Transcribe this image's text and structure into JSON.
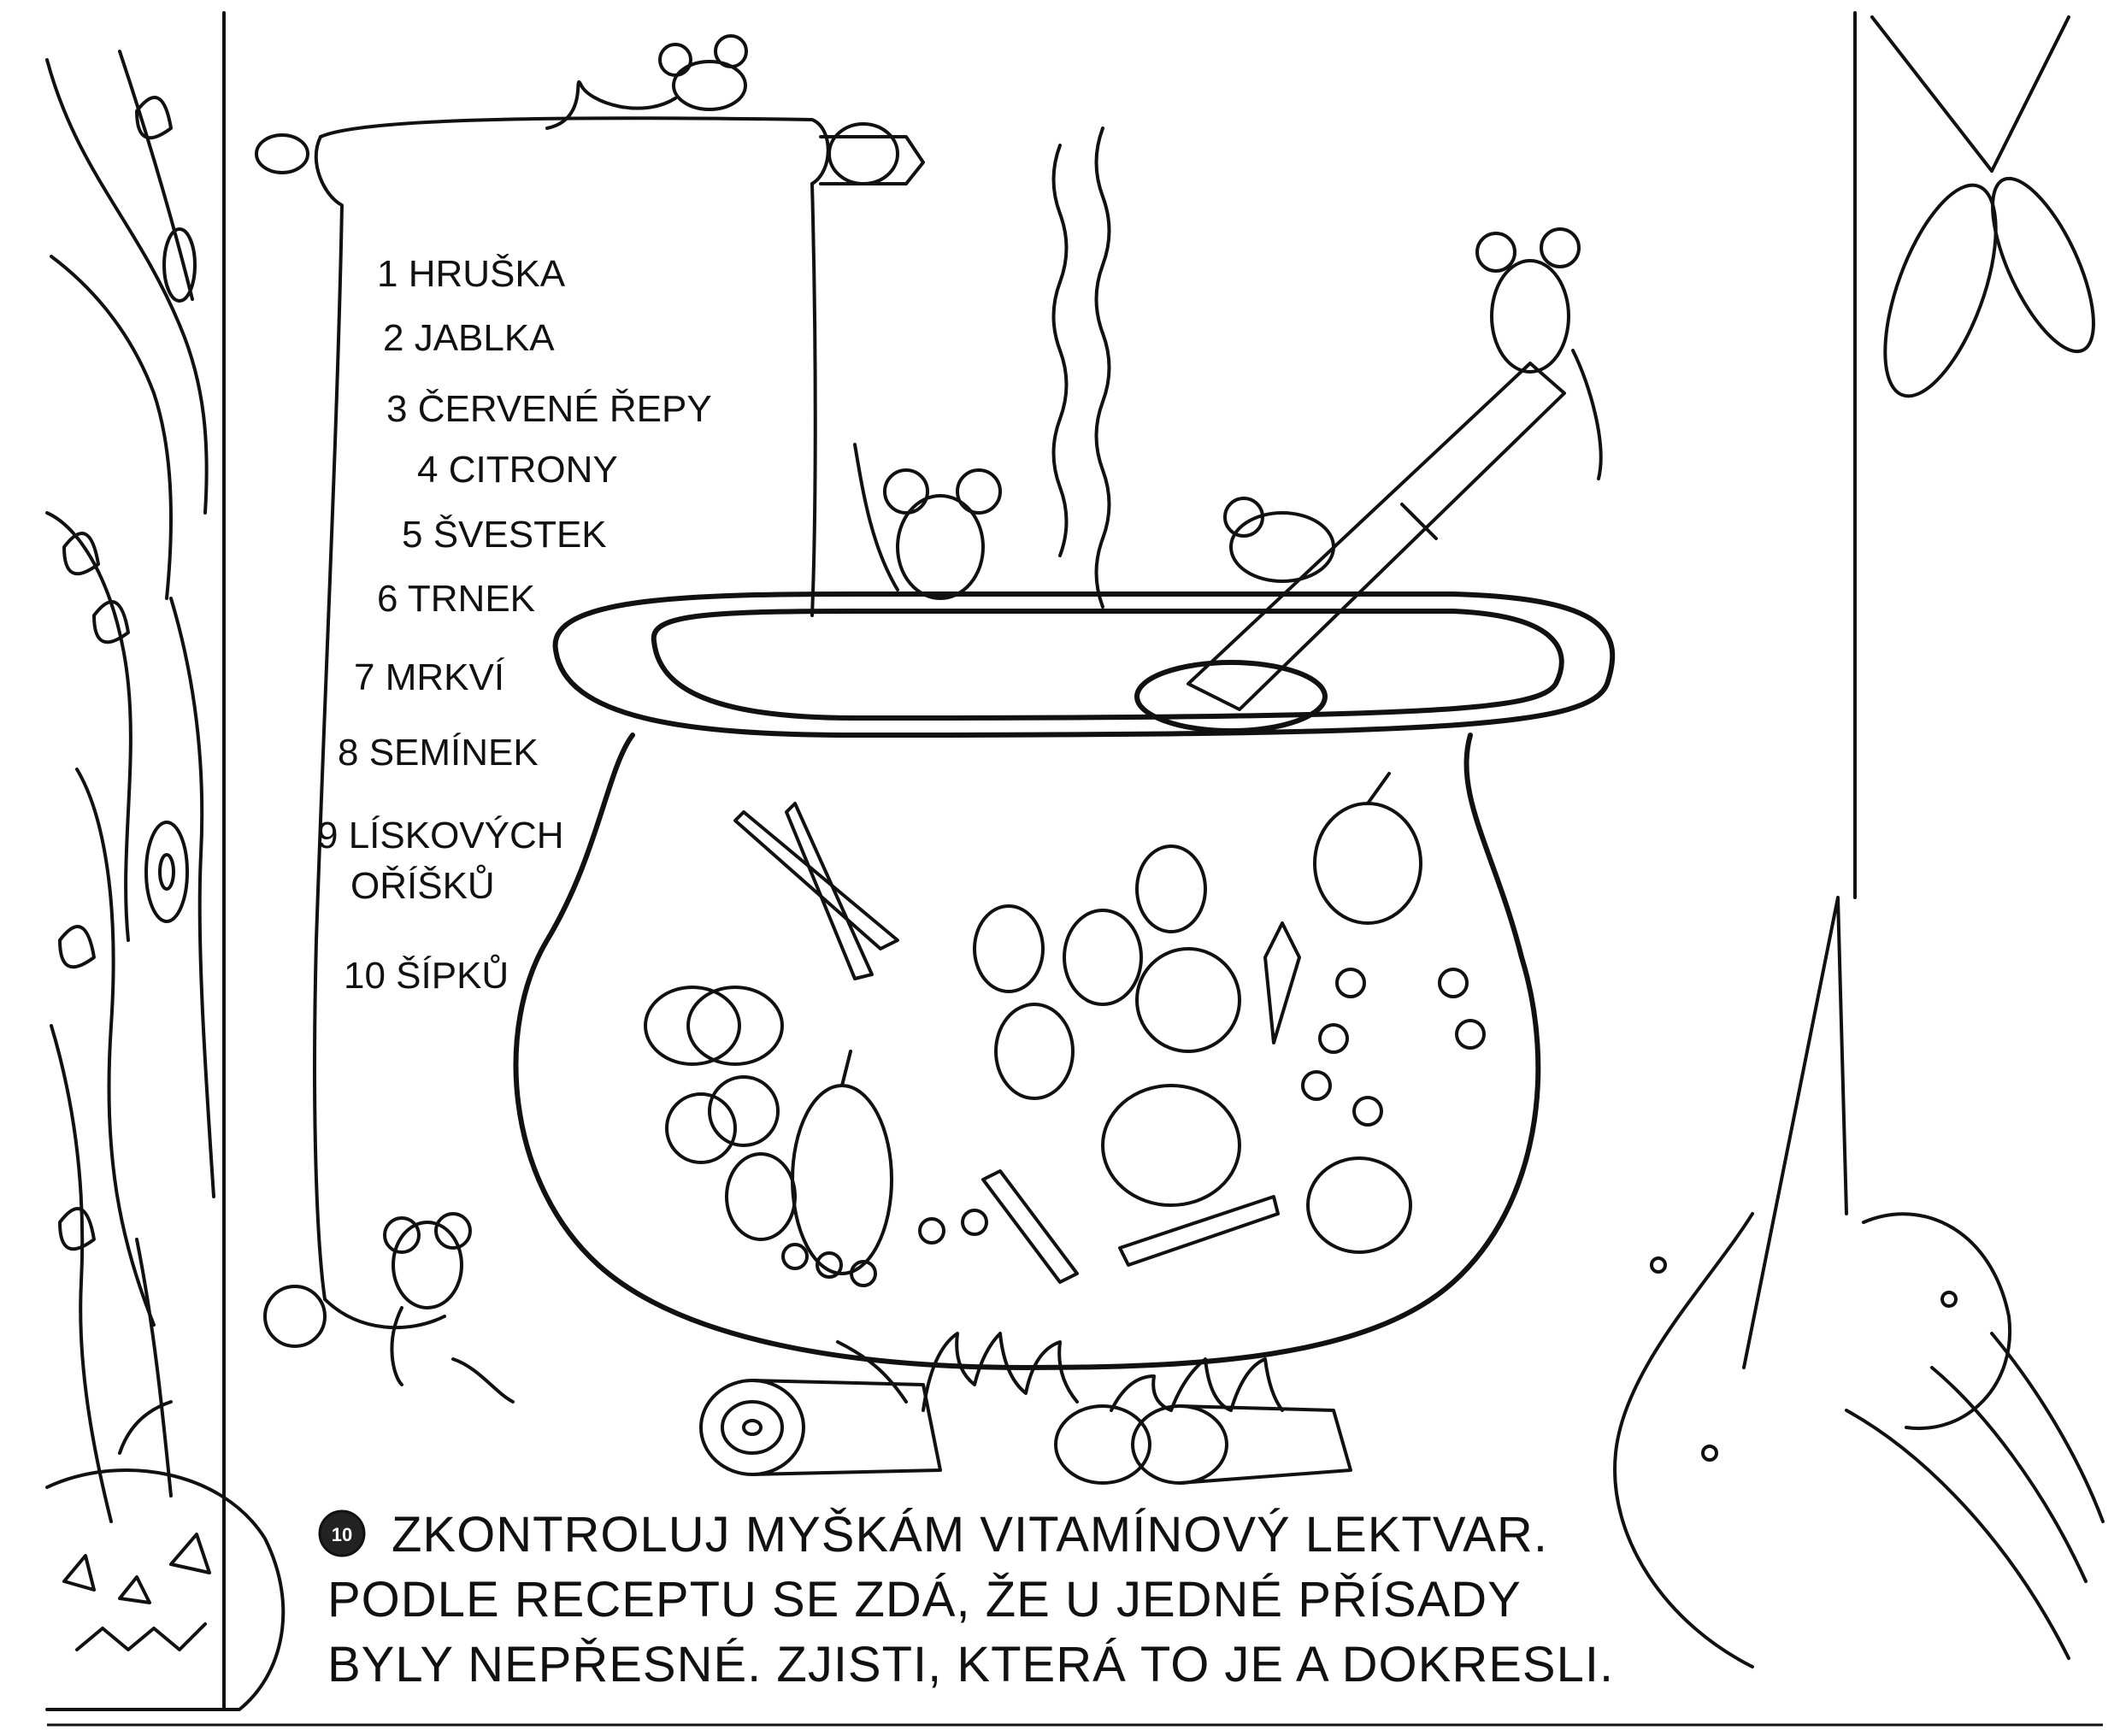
{
  "recipe": {
    "items": [
      {
        "label": "1 HRUŠKA"
      },
      {
        "label": "2 JABLKA"
      },
      {
        "label": "3 ČERVENÉ ŘEPY"
      },
      {
        "label": "4 CITRONY"
      },
      {
        "label": "5 ŠVESTEK"
      },
      {
        "label": "6 TRNEK"
      },
      {
        "label": "7 MRKVÍ"
      },
      {
        "label": "8 SEMÍNEK"
      },
      {
        "label": "9 LÍSKOVÝCH"
      },
      {
        "label": "OŘÍŠKŮ"
      },
      {
        "label": "10 ŠÍPKŮ"
      }
    ]
  },
  "task": {
    "number": "10",
    "lines": [
      "ZKONTROLUJ MYŠKÁM VITAMÍNOVÝ LEKTVAR.",
      "PODLE RECEPTU SE ZDÁ, ŽE U JEDNÉ PŘÍSADY",
      "BYLY NEPŘESNÉ. ZJISTI, KTERÁ TO JE A DOKRESLI."
    ]
  },
  "illustration": {
    "icons": [
      "tree-icon",
      "scroll-icon",
      "mouse-icon",
      "cauldron-icon",
      "ladle-icon",
      "fire-icon",
      "log-icon",
      "pumpkin-icon",
      "witch-children-icon",
      "scissors-icon"
    ]
  }
}
